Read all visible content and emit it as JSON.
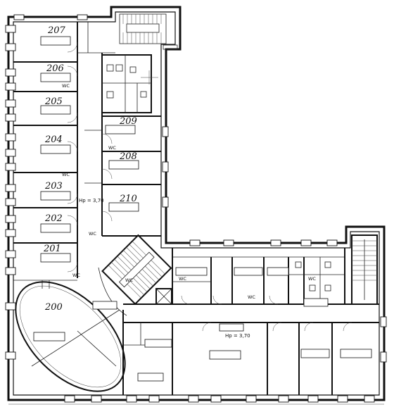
{
  "rooms": [
    {
      "number": "207"
    },
    {
      "number": "206"
    },
    {
      "number": "205"
    },
    {
      "number": "204"
    },
    {
      "number": "203"
    },
    {
      "number": "202"
    },
    {
      "number": "201"
    },
    {
      "number": "200"
    },
    {
      "number": "209"
    },
    {
      "number": "208"
    },
    {
      "number": "210"
    }
  ],
  "labels": {
    "wc": "WC",
    "height": "Hp = 3,70"
  }
}
